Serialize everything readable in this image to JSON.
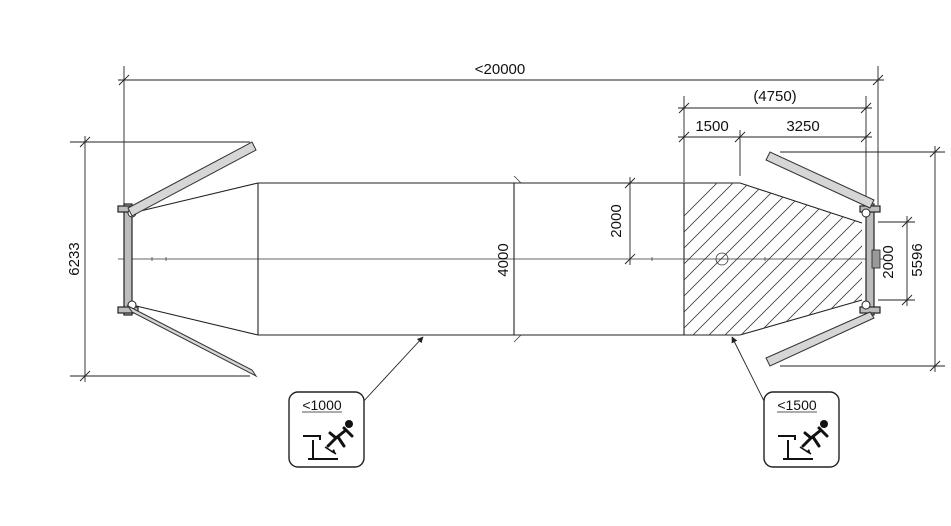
{
  "dimensions": {
    "overall_length": "<20000",
    "end_section_total": "(4750)",
    "end_section_a": "1500",
    "end_section_b": "3250",
    "left_width": "6233",
    "body_diameter": "4000",
    "hatched_height": "2000",
    "right_inner": "2000",
    "right_width": "5596"
  },
  "signs": [
    {
      "label": "<1000",
      "icon": "falling-person-icon"
    },
    {
      "label": "<1500",
      "icon": "falling-person-icon"
    }
  ],
  "colors": {
    "line": "#222222",
    "background": "#ffffff"
  }
}
